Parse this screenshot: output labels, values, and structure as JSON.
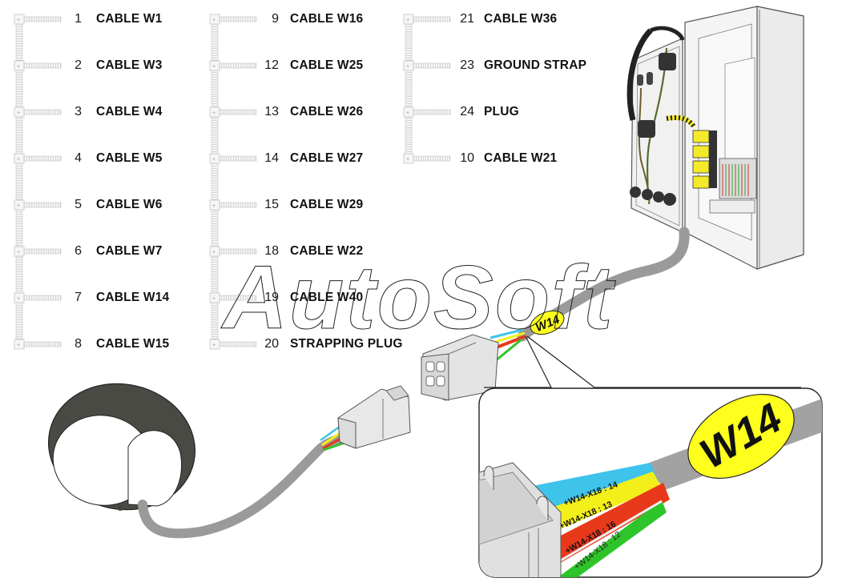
{
  "diagram": {
    "title": "Cable harness overview",
    "watermark": "AutoSoft",
    "legend_columns": [
      {
        "items": [
          {
            "number": "1",
            "label": "CABLE W1"
          },
          {
            "number": "2",
            "label": "CABLE W3"
          },
          {
            "number": "3",
            "label": "CABLE W4"
          },
          {
            "number": "4",
            "label": "CABLE W5"
          },
          {
            "number": "5",
            "label": "CABLE W6"
          },
          {
            "number": "6",
            "label": "CABLE W7"
          },
          {
            "number": "7",
            "label": "CABLE W14"
          },
          {
            "number": "8",
            "label": "CABLE W15"
          }
        ]
      },
      {
        "items": [
          {
            "number": "9",
            "label": "CABLE W16"
          },
          {
            "number": "12",
            "label": "CABLE W25"
          },
          {
            "number": "13",
            "label": "CABLE W26"
          },
          {
            "number": "14",
            "label": "CABLE W27"
          },
          {
            "number": "15",
            "label": "CABLE W29"
          },
          {
            "number": "18",
            "label": "CABLE W22"
          },
          {
            "number": "19",
            "label": "CABLE W40"
          },
          {
            "number": "20",
            "label": "STRAPPING PLUG"
          }
        ]
      },
      {
        "items": [
          {
            "number": "21",
            "label": "CABLE W36"
          },
          {
            "number": "23",
            "label": "GROUND STRAP"
          },
          {
            "number": "24",
            "label": "PLUG"
          },
          {
            "number": "10",
            "label": "CABLE W21"
          }
        ]
      }
    ],
    "cable_tag": "W14",
    "detail_callout": {
      "tag": "W14",
      "wires": [
        {
          "label": "+W14-X18 : 14",
          "color": "#3ec3ea"
        },
        {
          "label": "+W14-X18 : 13",
          "color": "#f2ef1a"
        },
        {
          "label": "+W14-X18 : 16",
          "color": "#e8391b"
        },
        {
          "label": "+W14-X18 : 12",
          "color": "#2ec52a"
        }
      ]
    },
    "components": {
      "cabinet": "electrical-cabinet",
      "lamp": "round-lamp",
      "plug_male": "connector-plug",
      "plug_female": "connector-socket"
    },
    "colors": {
      "cable_gray": "#9a9a9a",
      "tag_yellow": "#ffff1e",
      "lamp_body": "#4a4a44",
      "relay_yellow": "#f4ea2a"
    }
  }
}
